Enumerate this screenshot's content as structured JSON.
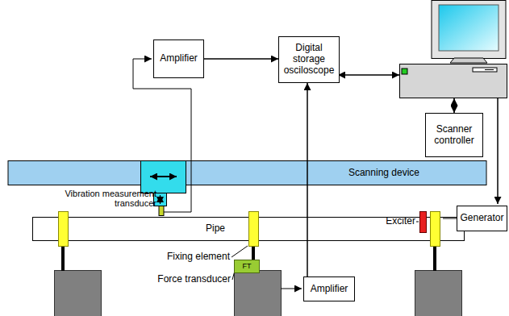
{
  "diagram": {
    "nodes": [
      {
        "text": [
          "Amplifier"
        ]
      },
      {
        "text": [
          "Digital storage osciloscope"
        ]
      },
      {
        "text": [
          "Scanner controller"
        ]
      },
      {
        "text": [
          "Scanning device"
        ]
      },
      {
        "text": [
          "Generator"
        ]
      },
      {
        "text": [
          "Pipe"
        ]
      },
      {
        "text": [
          "FT"
        ]
      },
      {
        "text": [
          "Amplifier"
        ]
      }
    ],
    "edges": [
      {
        "from": 0,
        "to": 1,
        "arrow": "to"
      },
      {
        "from": 7,
        "to": 1,
        "arrow": "to"
      }
    ],
    "labels": [
      "Vibration measurement transducer",
      "Exciter",
      "Fixing element",
      "Force transducer"
    ]
  }
}
